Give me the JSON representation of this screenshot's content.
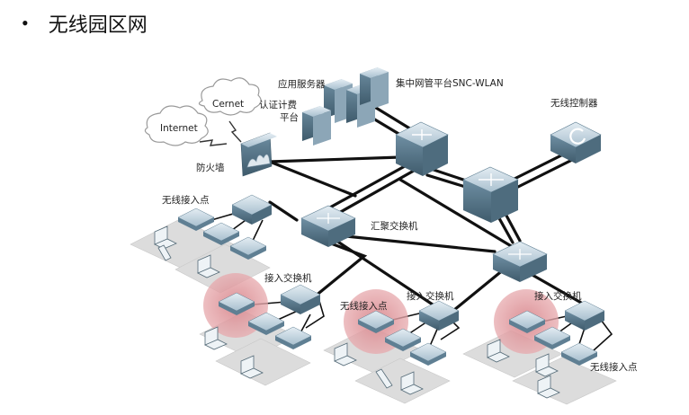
{
  "page": {
    "bullet": "•",
    "title": "无线园区网"
  },
  "labels": {
    "app_server": "应用服务器",
    "snc_platform": "集中网管平台SNC-WLAN",
    "auth_line1": "认证计费",
    "auth_line2": "平台",
    "cernet": "Cernet",
    "internet": "Internet",
    "firewall": "防火墙",
    "wireless_controller": "无线控制器",
    "aggregation_switch": "汇聚交换机",
    "ap_top_left": "无线接入点",
    "access_switch_1": "接入交换机",
    "access_switch_2": "接入交换机",
    "access_switch_3": "接入交换机",
    "ap_middle": "无线接入点",
    "ap_bottom_right": "无线接入点"
  },
  "colors": {
    "device_top": "#c8d6e0",
    "device_side": "#5f7f93",
    "link": "#111111",
    "floor": "#dcdcdc",
    "highlight": "#d98a90"
  }
}
